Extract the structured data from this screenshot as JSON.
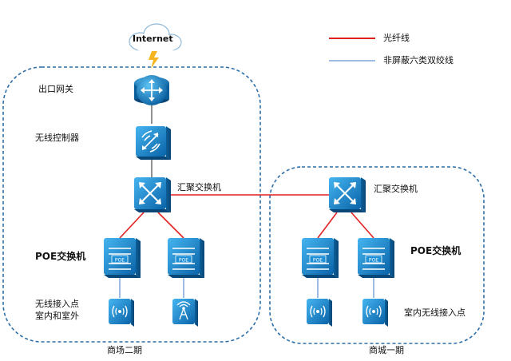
{
  "internet": {
    "label": "Internet"
  },
  "legend": {
    "fiber_label": "光纤线",
    "utp_label": "非屏蔽六类双绞线",
    "fiber_color": "#e02020",
    "utp_color": "#3a78c8"
  },
  "phase1": {
    "area_label": "商场二期",
    "gateway_label": "出口网关",
    "controller_label": "无线控制器",
    "aggregation_label": "汇聚交换机",
    "poe_label": "POE交换机",
    "ap_label_line1": "无线接入点",
    "ap_label_line2": "室内和室外"
  },
  "phase2": {
    "area_label": "商城一期",
    "aggregation_label": "汇聚交换机",
    "poe_label": "POE交换机",
    "ap_label": "室内无线接入点"
  },
  "device_labels": {
    "poe": "POE"
  },
  "colors": {
    "device_blue": "#1c8fd6",
    "device_dark": "#0d6aa8",
    "border_blue": "#2d6ea8"
  }
}
